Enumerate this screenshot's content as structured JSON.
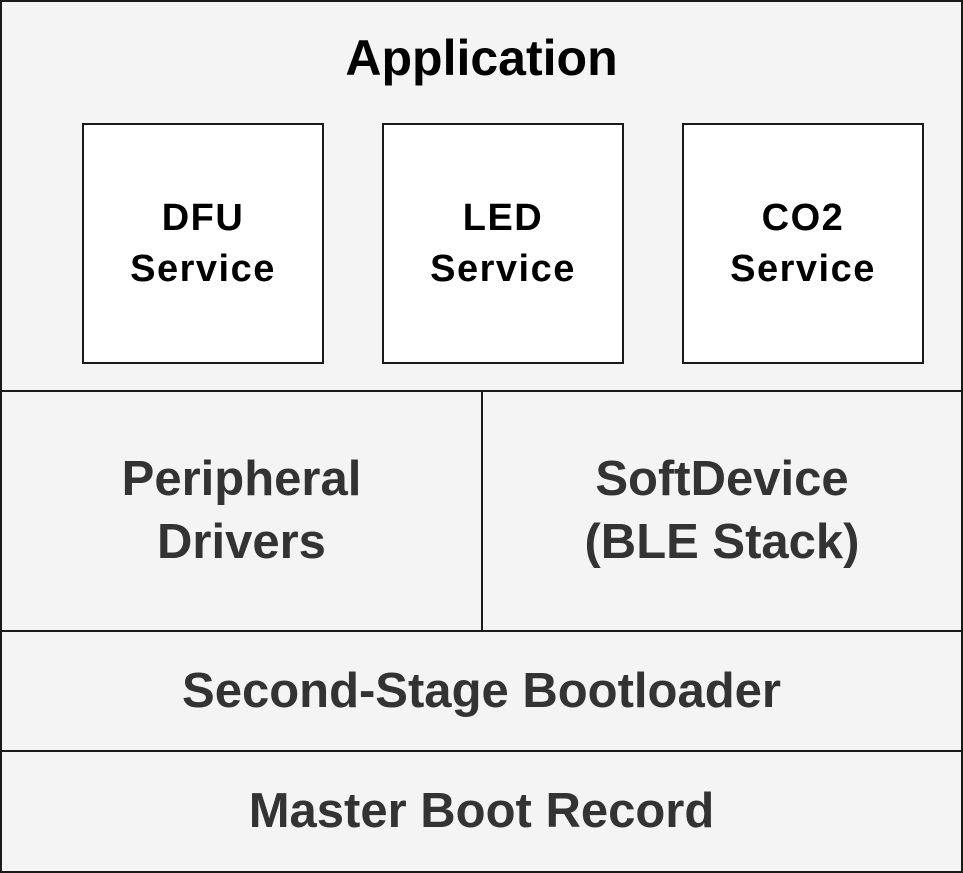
{
  "application": {
    "title": "Application",
    "services": [
      {
        "line1": "DFU",
        "line2": "Service"
      },
      {
        "line1": "LED",
        "line2": "Service"
      },
      {
        "line1": "CO2",
        "line2": "Service"
      }
    ]
  },
  "layers": {
    "peripheral_drivers": {
      "line1": "Peripheral",
      "line2": "Drivers"
    },
    "softdevice": {
      "line1": "SoftDevice",
      "line2": "(BLE Stack)"
    },
    "bootloader": "Second-Stage Bootloader",
    "mbr": "Master Boot Record"
  },
  "colors": {
    "layer_fill": "#f4f4f4",
    "service_fill": "#ffffff",
    "border": "#1a1a1a",
    "title_text": "#000000",
    "layer_text": "#333333"
  }
}
